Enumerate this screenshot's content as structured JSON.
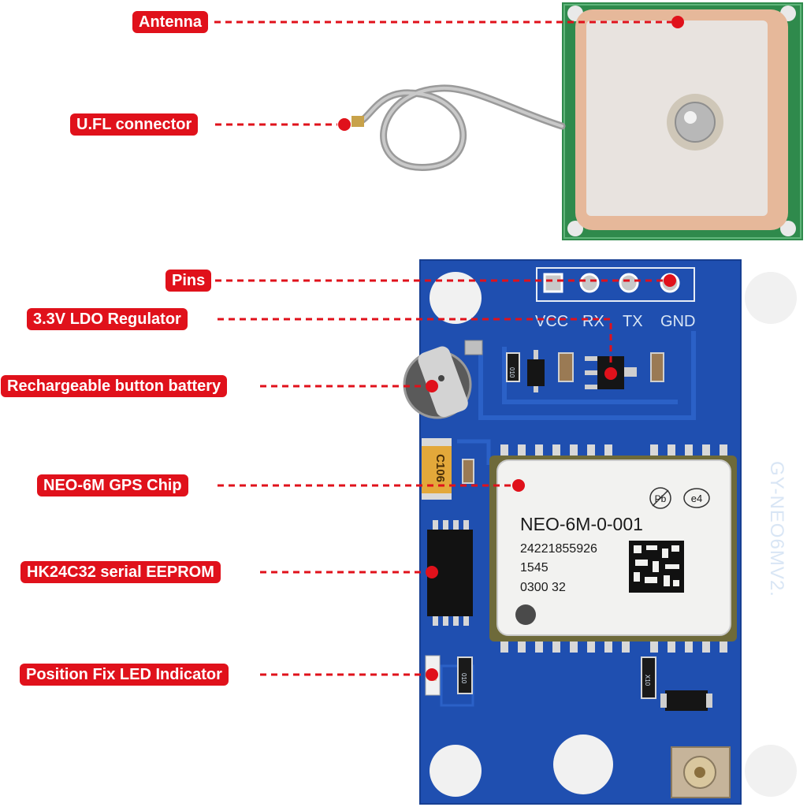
{
  "callouts": {
    "antenna": "Antenna",
    "ufl_connector": "U.FL connector",
    "pins": "Pins",
    "ldo_regulator": "3.3V LDO Regulator",
    "battery": "Rechargeable button battery",
    "gps_chip": "NEO-6M GPS Chip",
    "eeprom": "HK24C32 serial EEPROM",
    "fix_led": "Position Fix LED Indicator"
  },
  "board": {
    "pin_labels": [
      "VCC",
      "RX",
      "TX",
      "GND"
    ],
    "model_silkscreen": "GY-NEO6MV2.",
    "capacitor_marking": "C106",
    "resistor_marking": "010",
    "resistor_marking_2": "010",
    "resistor_marking_3": "X10"
  },
  "gps_chip": {
    "model": "NEO-6M-0-001",
    "line2": "24221855926",
    "line3": "1545",
    "line4": "0300 32",
    "pb_mark": "Pb",
    "e4_mark": "e4"
  },
  "colors": {
    "callout_red": "#e0111b",
    "pcb_blue": "#1f4fb0",
    "antenna_green": "#2e8b4a",
    "ceramic": "#e9d3c0"
  }
}
